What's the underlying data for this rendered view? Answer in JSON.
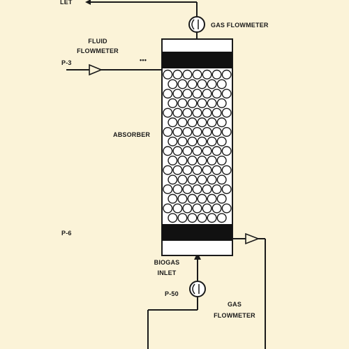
{
  "labels": {
    "top_left_fragment": "LET",
    "gas_flowmeter_top": "GAS FLOWMETER",
    "fluid_line1": "FLUID",
    "fluid_line2": "FLOWMETER",
    "left_fragment_upper": "P-3",
    "dots": "•••",
    "absorber": "ABSORBER",
    "left_fragment_lower": "P-6",
    "biogas_line1": "BIOGAS",
    "biogas_line2": "INLET",
    "pump": "P-50",
    "gas_flowmeter_bottom_line1": "GAS",
    "gas_flowmeter_bottom_line2": "FLOWMETER"
  },
  "colors": {
    "background": "#fbf3d8",
    "line": "#1a1a1a",
    "column_fill": "#ffffff"
  },
  "icons": {
    "flowmeter": "flowmeter-icon",
    "check_valve": "check-valve-icon",
    "flow_arrow": "arrow-up-icon"
  },
  "packing": {
    "rows": 16,
    "columns": 7
  }
}
